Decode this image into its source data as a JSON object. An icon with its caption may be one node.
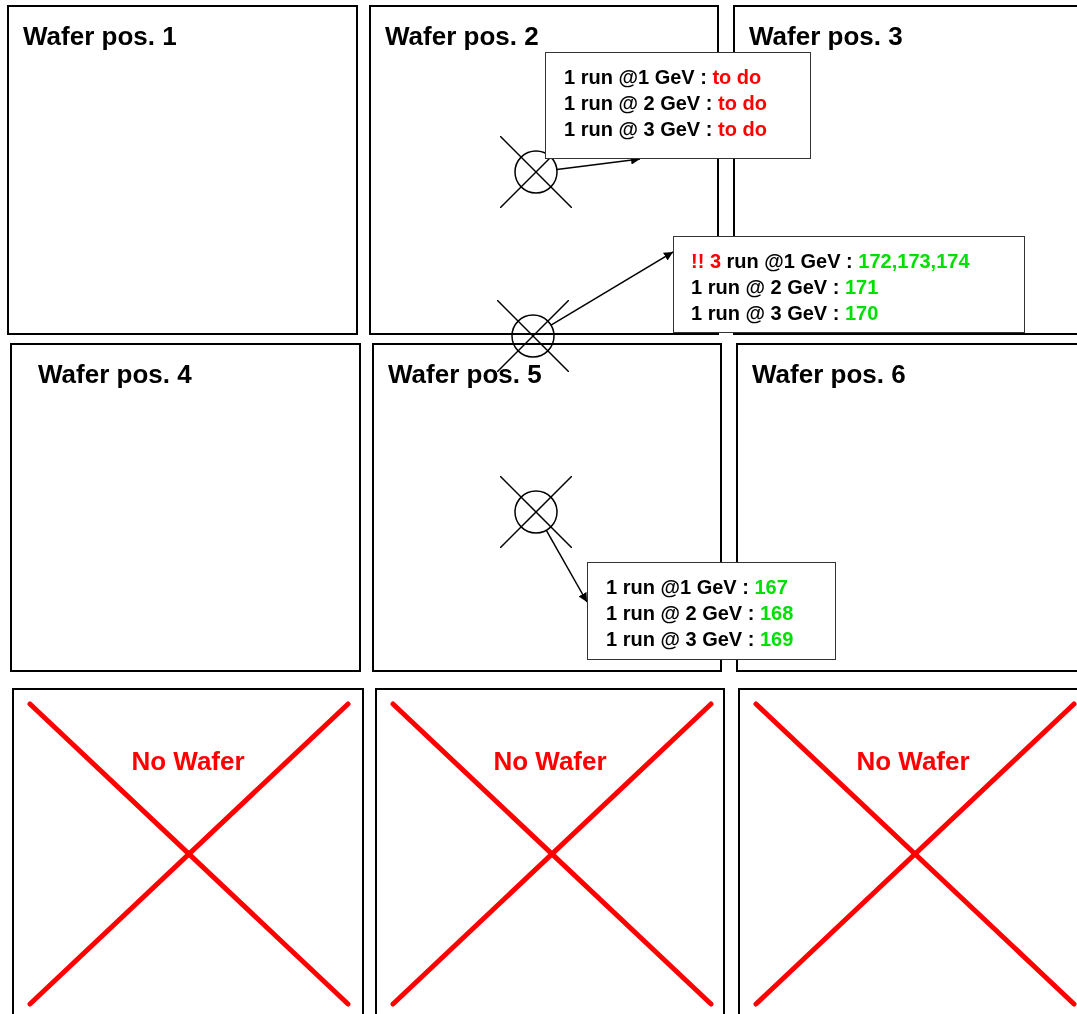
{
  "diagram": {
    "nodes": [
      {
        "text": [
          "Wafer pos. 1"
        ]
      },
      {
        "text": [
          "Wafer pos. 2"
        ]
      },
      {
        "text": [
          "Wafer pos. 3"
        ]
      },
      {
        "text": [
          "Wafer pos. 4"
        ]
      },
      {
        "text": [
          "Wafer pos. 5"
        ]
      },
      {
        "text": [
          "Wafer pos. 6"
        ]
      },
      {
        "text": [
          "No Wafer"
        ]
      },
      {
        "text": [
          "No Wafer"
        ]
      },
      {
        "text": [
          "No Wafer"
        ]
      },
      {
        "text": [],
        "shape": "circle",
        "in": 1
      },
      {
        "text": [],
        "shape": "circle"
      },
      {
        "text": [],
        "shape": "circle",
        "in": 4
      },
      {
        "text": [
          "1 run @1 GeV :",
          "to do",
          "1 run @ 2 GeV :",
          "to do",
          "1 run @ 3 GeV :",
          "to do"
        ]
      },
      {
        "text": [
          "!! 3",
          "run @1 GeV :",
          "172,173,174",
          "1 run @ 2 GeV :",
          "171",
          "1 run @ 3 GeV :",
          "170"
        ]
      },
      {
        "text": [
          "1 run @1 GeV :",
          "167",
          "1 run @ 2 GeV :",
          "168",
          "1 run @ 3 GeV :",
          "169"
        ]
      }
    ],
    "edges": [
      {
        "from": 9,
        "to": 12,
        "arrow": "to"
      },
      {
        "from": 10,
        "to": 13,
        "arrow": "to"
      },
      {
        "from": 11,
        "to": 14,
        "arrow": "to"
      }
    ]
  }
}
